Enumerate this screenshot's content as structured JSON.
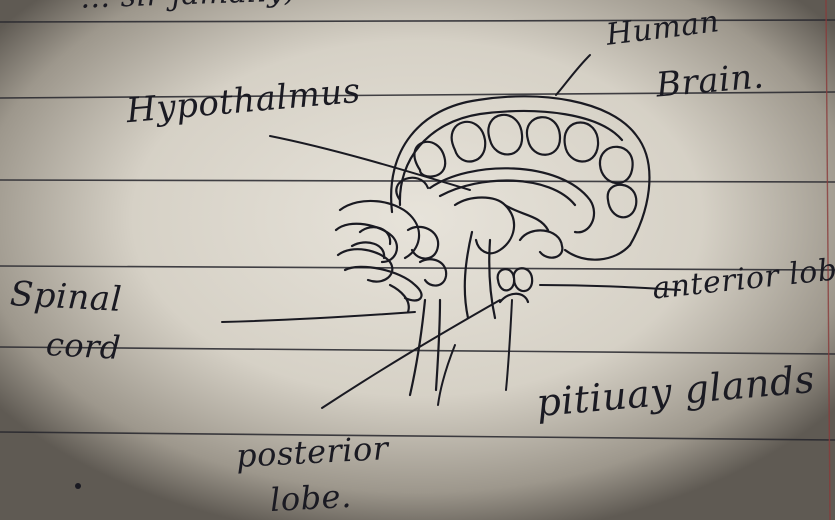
{
  "labels": {
    "top_fragment": "… sir jamaliy)",
    "hypothalamus": "Hypothalmus",
    "human": "Human",
    "brain": "Brain.",
    "anterior": "anterior lobe",
    "spinal_line1": "Spinal",
    "spinal_line2": "cord",
    "pituitary": "pitiuay glands",
    "posterior_line1": "posterior",
    "posterior_line2": "lobe."
  },
  "colors": {
    "paper": "#ddd8cd",
    "paper_shadow": "#6f6a62",
    "ink": "#1a1a22",
    "ruled_line": "#25252c",
    "margin_line": "#8a3a3a"
  }
}
